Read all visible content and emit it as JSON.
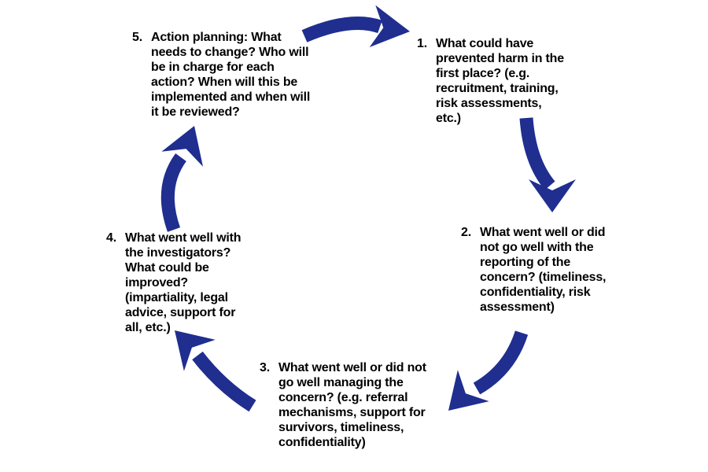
{
  "diagram": {
    "type": "cycle",
    "colors": {
      "arrow": "#1f2e8f",
      "text": "#000000",
      "background": "#ffffff"
    },
    "steps": [
      {
        "number": "1.",
        "lines": [
          "What could have",
          "prevented harm in the",
          "first place? (e.g.",
          "recruitment, training,",
          "risk assessments,",
          "etc.)"
        ]
      },
      {
        "number": "2.",
        "lines": [
          "What went well or did",
          "not go well with the",
          "reporting of the",
          "concern? (timeliness,",
          "confidentiality, risk",
          "assessment)"
        ]
      },
      {
        "number": "3.",
        "lines": [
          "What went well or did not",
          "go well managing the",
          "concern? (e.g. referral",
          "mechanisms, support for",
          "survivors, timeliness,",
          "confidentiality)"
        ]
      },
      {
        "number": "4.",
        "lines": [
          "What went well with",
          "the investigators?",
          "What could be",
          "improved?",
          "(impartiality, legal",
          "advice, support for",
          "all, etc.)"
        ]
      },
      {
        "number": "5.",
        "lines": [
          "Action planning: What",
          "needs to change? Who will",
          "be in charge for each",
          "action? When will this be",
          "implemented and when will",
          "it be reviewed?"
        ]
      }
    ],
    "arrows": [
      {
        "from": "5",
        "to": "1"
      },
      {
        "from": "1",
        "to": "2"
      },
      {
        "from": "2",
        "to": "3"
      },
      {
        "from": "3",
        "to": "4"
      },
      {
        "from": "4",
        "to": "5"
      }
    ]
  }
}
